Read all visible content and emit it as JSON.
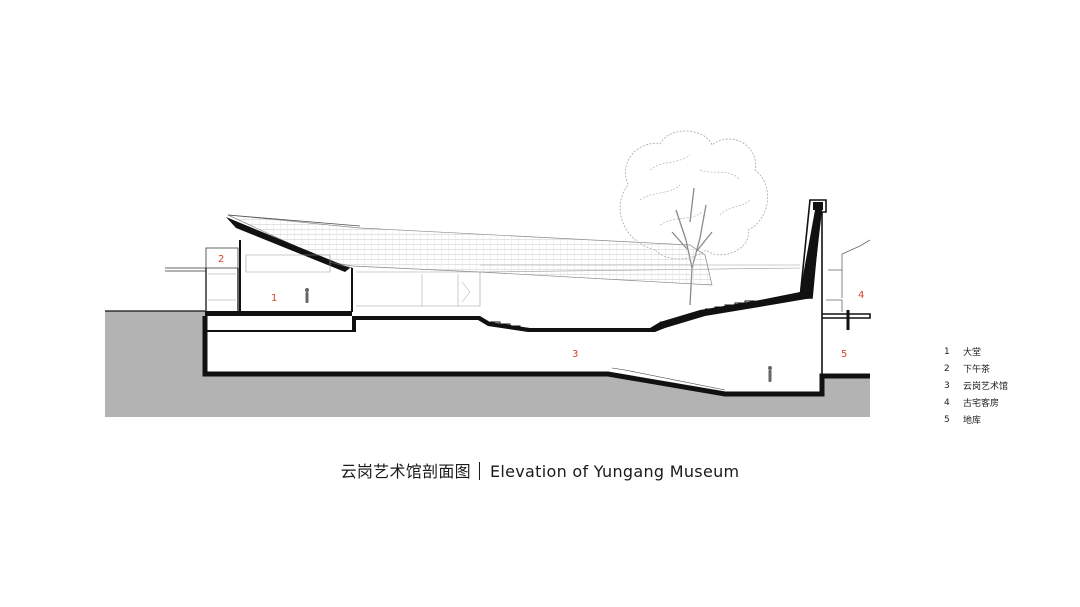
{
  "rooms": [
    {
      "num": "1",
      "name": "大堂"
    },
    {
      "num": "2",
      "name": "下午茶"
    },
    {
      "num": "3",
      "name": "云岗艺术馆"
    },
    {
      "num": "4",
      "name": "古宅客房"
    },
    {
      "num": "5",
      "name": "地库"
    }
  ],
  "caption": {
    "title_cn": "云岗艺术馆剖面图",
    "title_en": "Elevation of Yungang Museum"
  },
  "colors": {
    "ground": "#b3b3b3",
    "wall": "#111111",
    "label": "#d6452f",
    "line": "#9a9a9a"
  },
  "icons": {
    "tree": "tree-icon",
    "person": "person-icon"
  }
}
